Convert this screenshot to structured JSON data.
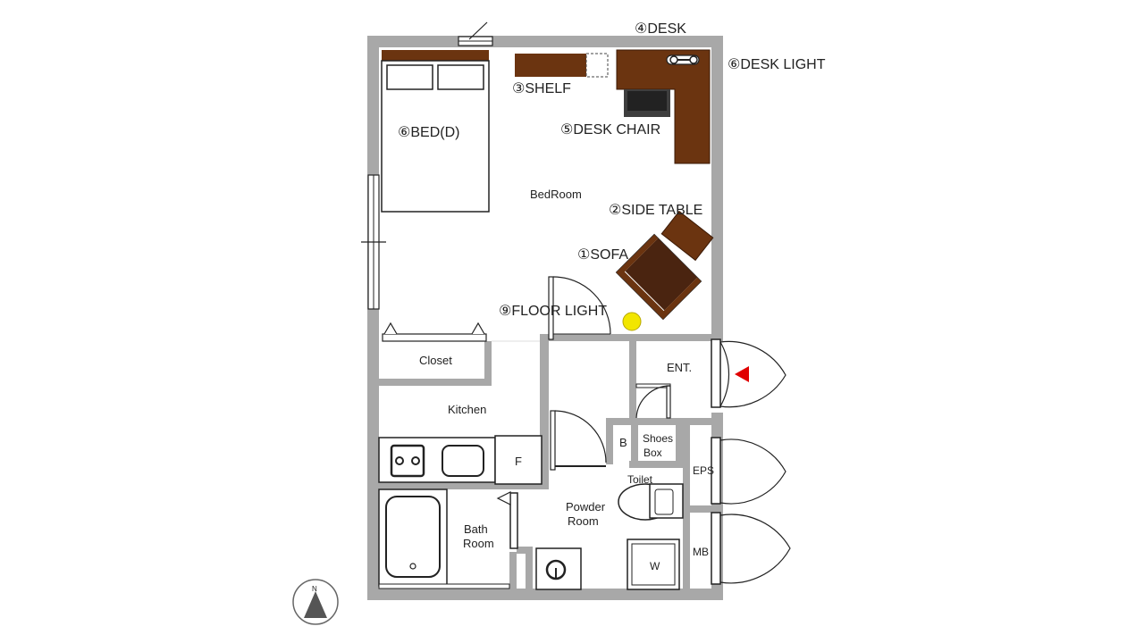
{
  "labels": {
    "desk": "④DESK",
    "desk_light": "⑥DESK LIGHT",
    "shelf": "③SHELF",
    "desk_chair": "⑤DESK CHAIR",
    "bed": "⑥BED(D)",
    "bedroom": "BedRoom",
    "side_table": "②SIDE TABLE",
    "sofa": "①SOFA",
    "floor_light": "⑨FLOOR LIGHT",
    "closet": "Closet",
    "kitchen": "Kitchen",
    "fridge": "F",
    "entrance": "ENT.",
    "b": "B",
    "shoes_line1": "Shoes",
    "shoes_line2": "Box",
    "toilet": "Toilet",
    "powder_line1": "Powder",
    "powder_line2": "Room",
    "bath_line1": "Bath",
    "bath_line2": "Room",
    "eps": "EPS",
    "mb": "MB",
    "washer": "W",
    "north": "N"
  },
  "colors": {
    "wall": "#a8a8a8",
    "furniture": "#6b3410",
    "furniture_dark": "#4a2410",
    "floor_light": "#f2e600",
    "entry_arrow": "#e00000"
  }
}
